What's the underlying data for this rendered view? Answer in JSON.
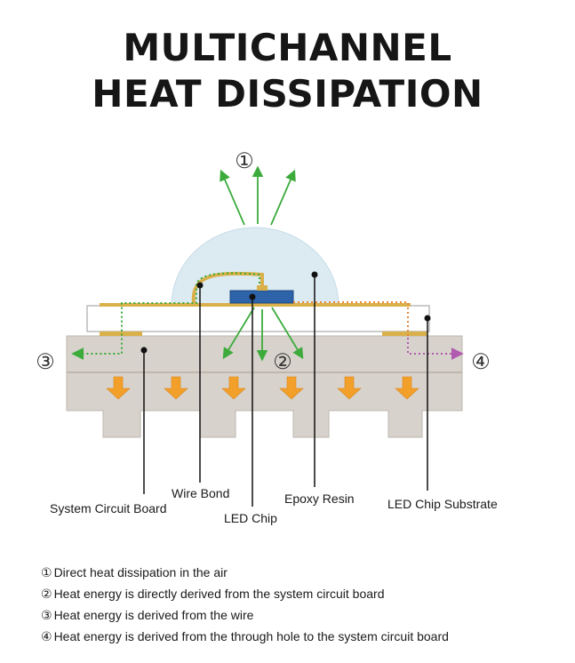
{
  "title": {
    "line1": "MULTICHANNEL",
    "line2": "HEAT DISSIPATION"
  },
  "markers": {
    "m1": "①",
    "m2": "②",
    "m3": "③",
    "m4": "④"
  },
  "labels": {
    "system_circuit_board": "System Circuit Board",
    "wire_bond": "Wire Bond",
    "led_chip": "LED Chip",
    "epoxy_resin": "Epoxy Resin",
    "led_chip_substrate": "LED Chip Substrate"
  },
  "legend": [
    {
      "num": "①",
      "text": "Direct heat dissipation in the air"
    },
    {
      "num": "②",
      "text": "Heat energy is directly derived from the system circuit board"
    },
    {
      "num": "③",
      "text": "Heat energy is derived from the wire"
    },
    {
      "num": "④",
      "text": "Heat energy is derived from the through hole to the system circuit board"
    }
  ],
  "colors": {
    "green_path": "#3cab3c",
    "magenta_path": "#b05ab0",
    "orange_path": "#e7883c",
    "board": "#d7d2cb",
    "dome": "#dcebf2",
    "chip": "#2d63a8",
    "arrow_fill": "#f2a02a"
  }
}
